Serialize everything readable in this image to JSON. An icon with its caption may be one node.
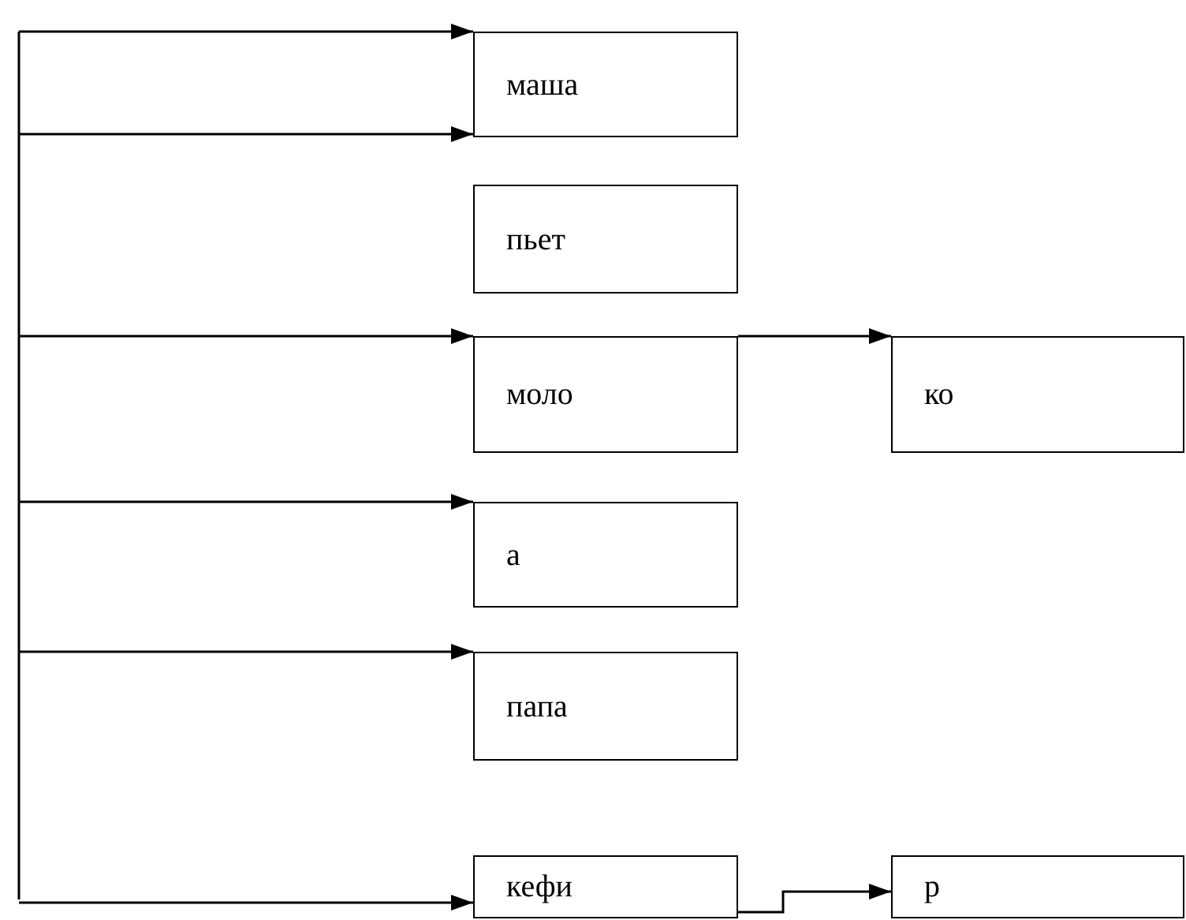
{
  "diagram": {
    "nodes": [
      {
        "text": [
          "маша"
        ]
      },
      {
        "text": [
          "пьет"
        ]
      },
      {
        "text": [
          "моло"
        ]
      },
      {
        "text": [
          "ко"
        ]
      },
      {
        "text": [
          "а"
        ]
      },
      {
        "text": [
          "папа"
        ]
      },
      {
        "text": [
          "кефи"
        ]
      },
      {
        "text": [
          "р"
        ]
      }
    ],
    "edges": [
      {
        "from": null,
        "to": 0,
        "arrow": "to"
      },
      {
        "from": null,
        "to": 0,
        "arrow": "to"
      },
      {
        "from": null,
        "to": 2,
        "arrow": "to"
      },
      {
        "from": null,
        "to": 4,
        "arrow": "to"
      },
      {
        "from": null,
        "to": 5,
        "arrow": "to"
      },
      {
        "from": null,
        "to": 6,
        "arrow": "to"
      },
      {
        "from": 2,
        "to": 3,
        "arrow": "to"
      },
      {
        "from": 6,
        "to": 7,
        "arrow": "to"
      }
    ]
  }
}
